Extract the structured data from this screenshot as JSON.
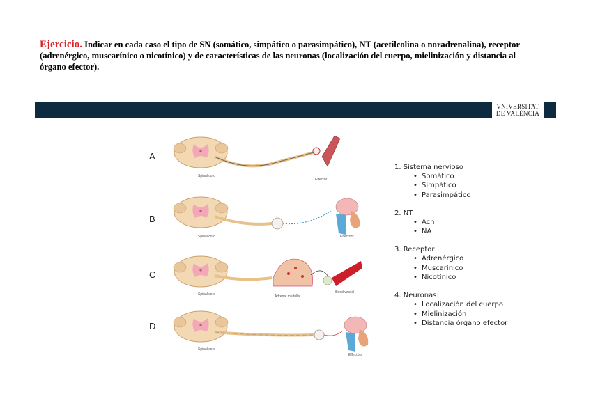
{
  "exercise": {
    "label": "Ejercicio.",
    "text": "Indicar en cada caso el tipo de SN (somático, simpático o parasimpático), NT (acetilcolina o noradrenalina), receptor (adrenérgico, muscarínico o nicotínico) y de características de las neuronas (localización del cuerpo, mielinización y distancia al órgano efector)."
  },
  "banner": {
    "logo_line1": "VNIVERSITAT",
    "logo_line2": "DE VALÈNCIA"
  },
  "figure": {
    "rows": [
      "A",
      "B",
      "C",
      "D"
    ],
    "labels": {
      "spinal_cord": "Spinal cord",
      "effector": "Effector",
      "effectors": "Effectors",
      "adrenal_medulla": "Adrenal medulla",
      "blood_vessel": "Blood vessel"
    }
  },
  "panel": {
    "s1": {
      "heading": "1.  Sistema nervioso",
      "items": [
        "Somático",
        "Simpático",
        "Parasimpático"
      ]
    },
    "s2": {
      "heading": "2. NT",
      "items": [
        "Ach",
        "NA"
      ]
    },
    "s3": {
      "heading": "3. Receptor",
      "items": [
        "Adrenérgico",
        "Muscarínico",
        "Nicotínico"
      ]
    },
    "s4": {
      "heading": "4. Neuronas:",
      "items": [
        "Localización del cuerpo",
        "Mielinización",
        "Distancia órgano efector"
      ]
    }
  },
  "colors": {
    "banner": "#0d2b3e",
    "exercise_label": "#d8222a"
  }
}
